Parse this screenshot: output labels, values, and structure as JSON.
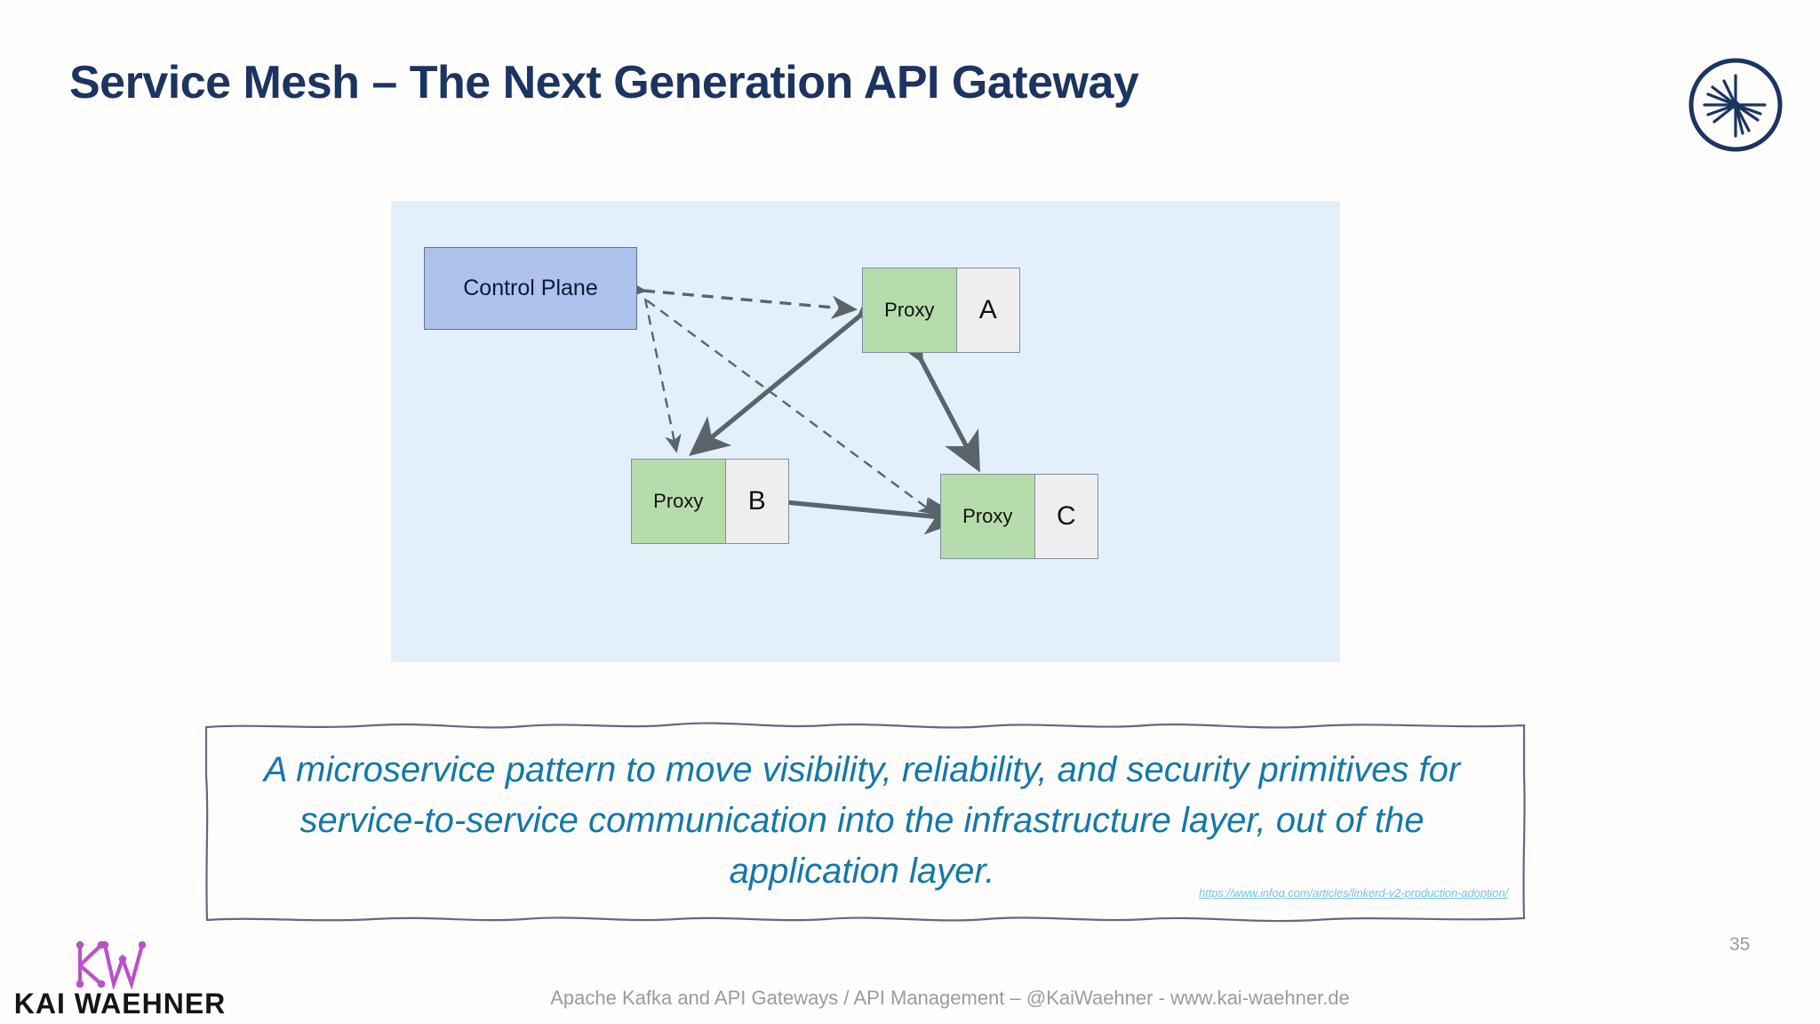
{
  "slide": {
    "title": "Service Mesh – The Next Generation API Gateway",
    "page_number": "35",
    "footer": "Apache Kafka and API Gateways / API Management – @KaiWaehner - www.kai-waehner.de",
    "title_color": "#1b3461"
  },
  "brand": {
    "top_right_icon": "confluent-starburst-icon",
    "logo_mark": "kw-monogram-icon",
    "logo_wordmark": "KAI WAEHNER",
    "logo_color": "#b852c8"
  },
  "diagram": {
    "panel_color": "#e3effb",
    "control_plane": {
      "label": "Control Plane",
      "fill": "#aec2ec",
      "stroke": "#5d6f93"
    },
    "nodes": [
      {
        "id": "a",
        "proxy_label": "Proxy",
        "service_label": "A",
        "proxy_fill": "#b6dcab",
        "service_fill": "#efeded"
      },
      {
        "id": "b",
        "proxy_label": "Proxy",
        "service_label": "B",
        "proxy_fill": "#b6dcab",
        "service_fill": "#efeded"
      },
      {
        "id": "c",
        "proxy_label": "Proxy",
        "service_label": "C",
        "proxy_fill": "#b6dcab",
        "service_fill": "#efeded"
      }
    ],
    "edges": [
      {
        "from": "control-plane",
        "to": "proxy-a",
        "style": "dashed",
        "direction": "bidirectional"
      },
      {
        "from": "control-plane",
        "to": "proxy-b",
        "style": "dashed",
        "direction": "to"
      },
      {
        "from": "control-plane",
        "to": "proxy-c",
        "style": "dashed",
        "direction": "to"
      },
      {
        "from": "proxy-a",
        "to": "proxy-b",
        "style": "solid",
        "direction": "bidirectional"
      },
      {
        "from": "proxy-a",
        "to": "proxy-c",
        "style": "solid",
        "direction": "bidirectional"
      },
      {
        "from": "proxy-b",
        "to": "proxy-c",
        "style": "solid",
        "direction": "bidirectional"
      }
    ],
    "edge_color": "#5b6468"
  },
  "quote": {
    "text": "A microservice pattern to move visibility, reliability, and security primitives for service-to-service communication into the infrastructure layer, out of the application layer.",
    "text_color": "#1279a8",
    "source_url": "https://www.infoq.com/articles/linkerd-v2-production-adoption/",
    "source_color": "#6fc6e8"
  }
}
